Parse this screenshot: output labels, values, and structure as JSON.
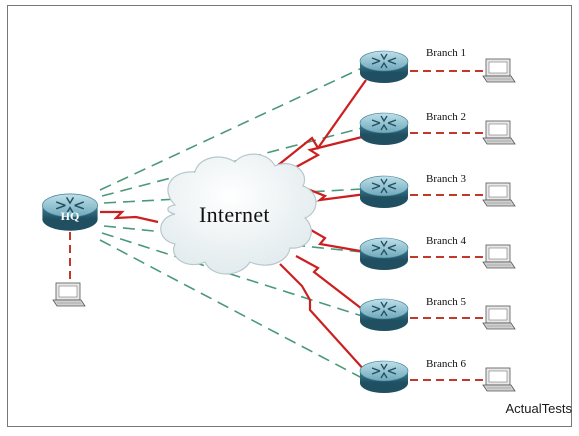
{
  "diagram": {
    "hq_label": "HQ",
    "cloud_label": "Internet",
    "watermark": "ActualTests",
    "branches": [
      {
        "label": "Branch 1"
      },
      {
        "label": "Branch 2"
      },
      {
        "label": "Branch 3"
      },
      {
        "label": "Branch 4"
      },
      {
        "label": "Branch 5"
      },
      {
        "label": "Branch 6"
      }
    ],
    "colors": {
      "wan_link": "#cc1f1f",
      "lan_link": "#c0392b",
      "vpn_tunnel": "#4a9a7a",
      "router": "#3f7f95",
      "border": "#777777"
    }
  }
}
